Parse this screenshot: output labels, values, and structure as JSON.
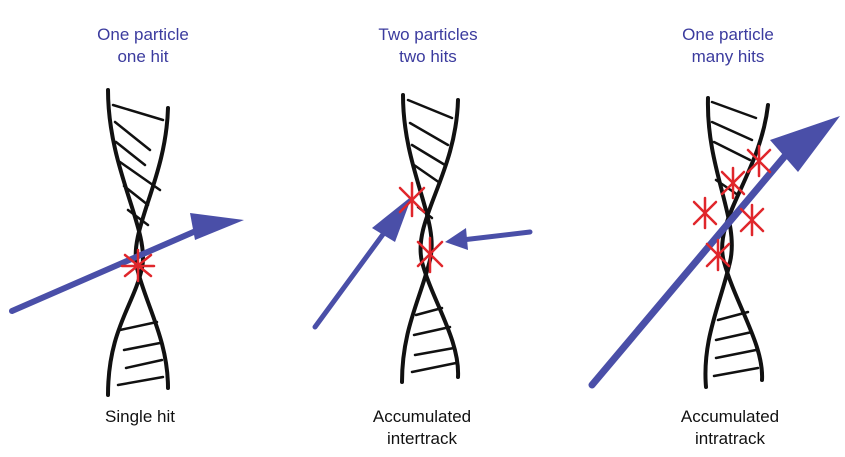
{
  "colors": {
    "arrow": "#4a4fa8",
    "hit": "#e0262b",
    "dna": "#111111",
    "title": "#3b3b9e"
  },
  "panels": [
    {
      "title": "One particle\none hit",
      "caption": "Single hit"
    },
    {
      "title": "Two particles\ntwo hits",
      "caption": "Accumulated\nintertrack"
    },
    {
      "title": "One particle\nmany  hits",
      "caption": "Accumulated\nintratrack"
    }
  ],
  "icons": {
    "dna": "dna-helix-icon",
    "hit": "hit-star-icon",
    "arrow": "particle-arrow-icon"
  }
}
